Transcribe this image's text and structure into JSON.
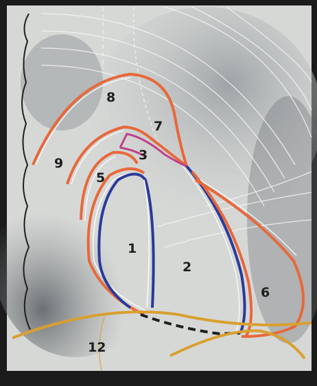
{
  "colors": {
    "frame": "#1b1b1b",
    "background": "#d6d8d6",
    "dark_shadow": "#5e6266",
    "grid_line": "#f4f4f4",
    "outline_red": "#e8683a",
    "outline_blue": "#2a3a9a",
    "outline_white": "#fafafa",
    "outline_magenta": "#c0408a",
    "outline_gold": "#d8a030"
  },
  "labels": {
    "region_1": "1",
    "region_2": "2",
    "region_3": "3",
    "region_5": "5",
    "region_6": "6",
    "region_7": "7",
    "region_8": "8",
    "region_9": "9",
    "region_12": "12"
  }
}
